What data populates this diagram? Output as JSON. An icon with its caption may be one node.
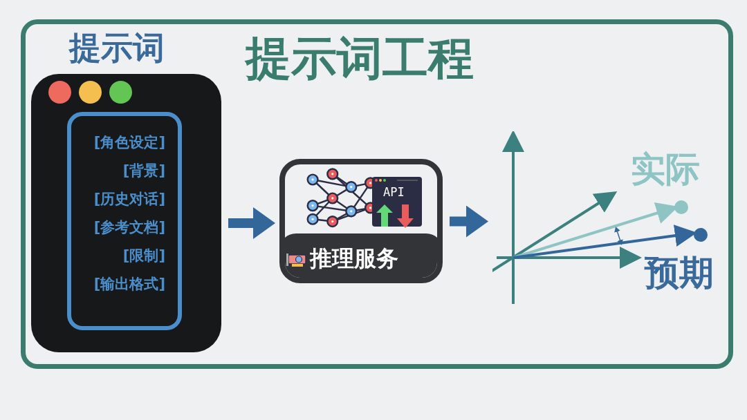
{
  "diagram": {
    "title": "提示词工程",
    "nodes": [
      {
        "text": [
          "提示词"
        ]
      },
      {
        "text": [
          "[角色设定]",
          "[背景]",
          "[历史对话]",
          "[参考文档]",
          "[限制]",
          "[输出格式]"
        ],
        "in": 0
      },
      {
        "text": [
          "推理服务"
        ]
      },
      {
        "text": [],
        "shape": "picture"
      }
    ],
    "edges": [
      {
        "from": 0,
        "to": 2,
        "arrow": "to"
      },
      {
        "from": 2,
        "to": 3,
        "arrow": "to"
      }
    ],
    "labels": [
      "API",
      "实际",
      "预期"
    ]
  }
}
